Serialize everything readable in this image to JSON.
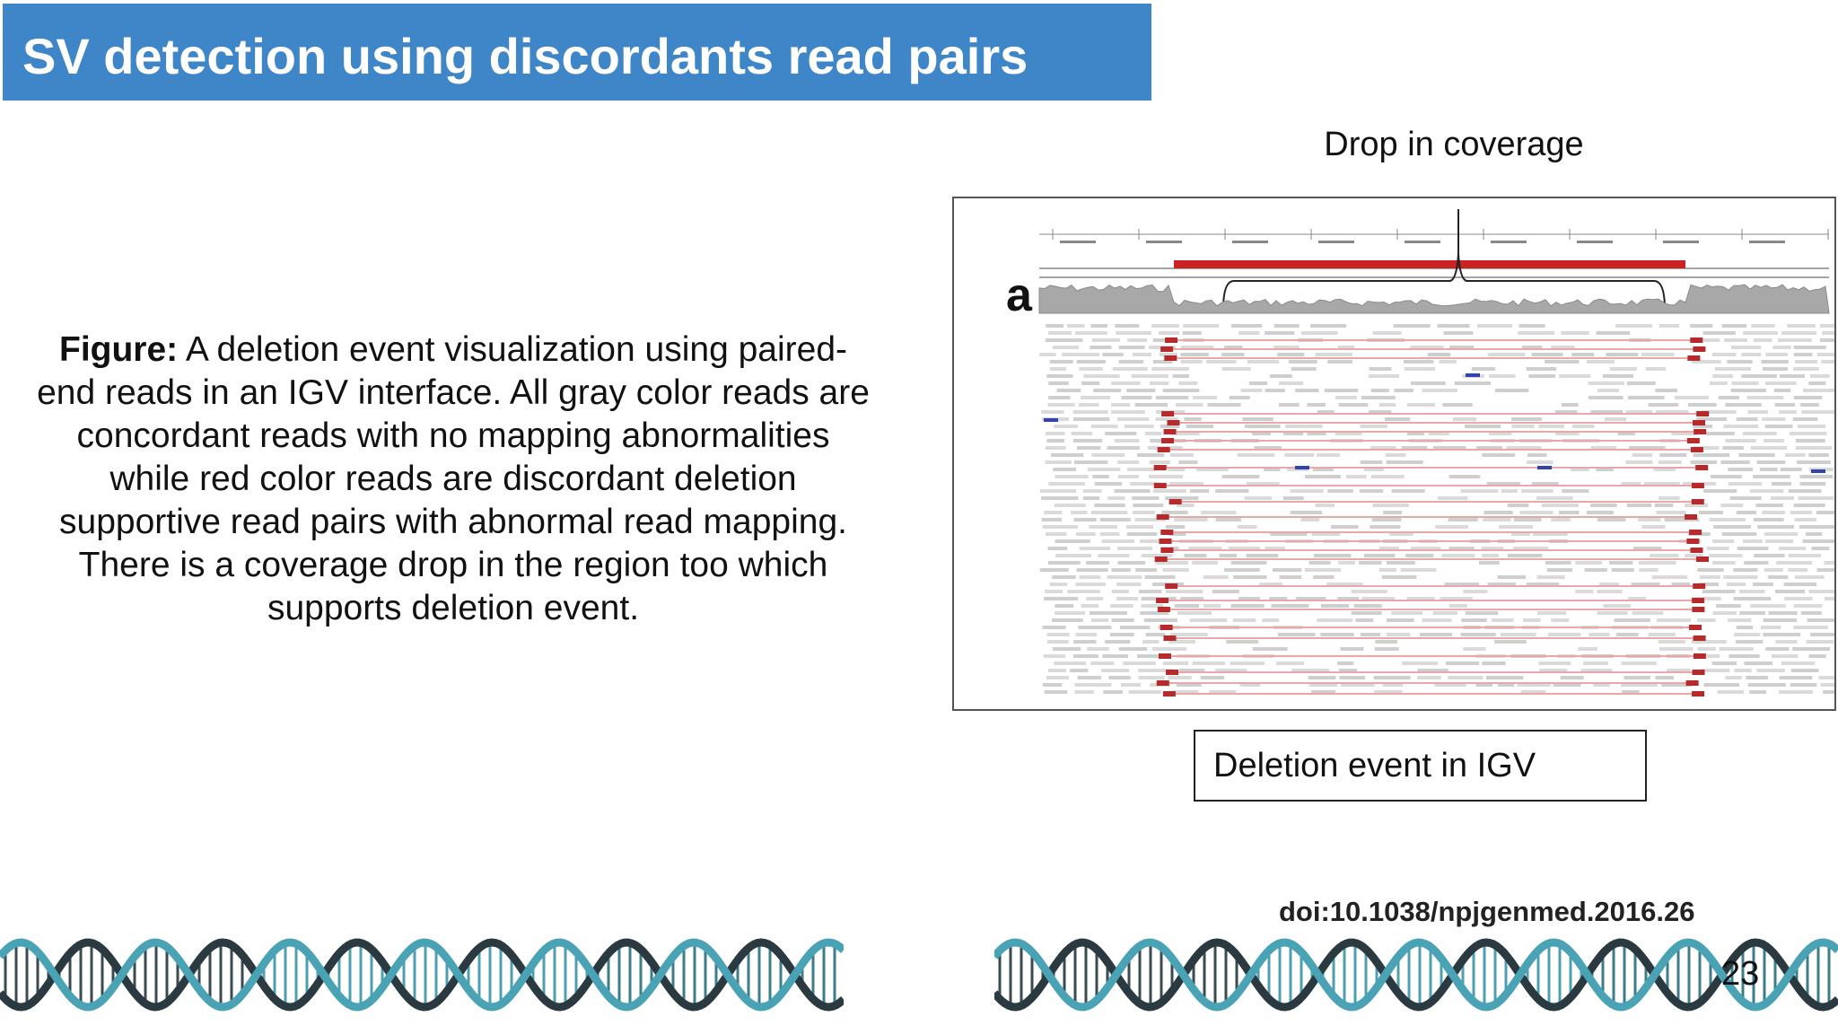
{
  "slide": {
    "title": "SV detection using discordants read pairs",
    "caption_bold": "Figure:",
    "caption_text": " A deletion event visualization using paired-end reads in an IGV interface. All gray color reads are concordant reads with no mapping abnormalities while red color reads are discordant deletion supportive read pairs with abnormal read mapping. There is a coverage drop in the region too which supports deletion event.",
    "coverage_label": "Drop in coverage",
    "panel_letter": "a",
    "deletion_label": "Deletion event in IGV",
    "doi": "doi:10.1038/npjgenmed.2016.26",
    "page_number": "23"
  },
  "colors": {
    "title_bar": "#3f86c8",
    "deletion_bar": "#cc2222",
    "discordant_pair": "#e8a8a8",
    "concordant_read": "#d4d4d4",
    "dna_dark": "#2b3a40",
    "dna_teal": "#4aa3b5"
  },
  "icons": {
    "dna_left": "dna-helix-icon",
    "dna_right": "dna-helix-icon"
  }
}
